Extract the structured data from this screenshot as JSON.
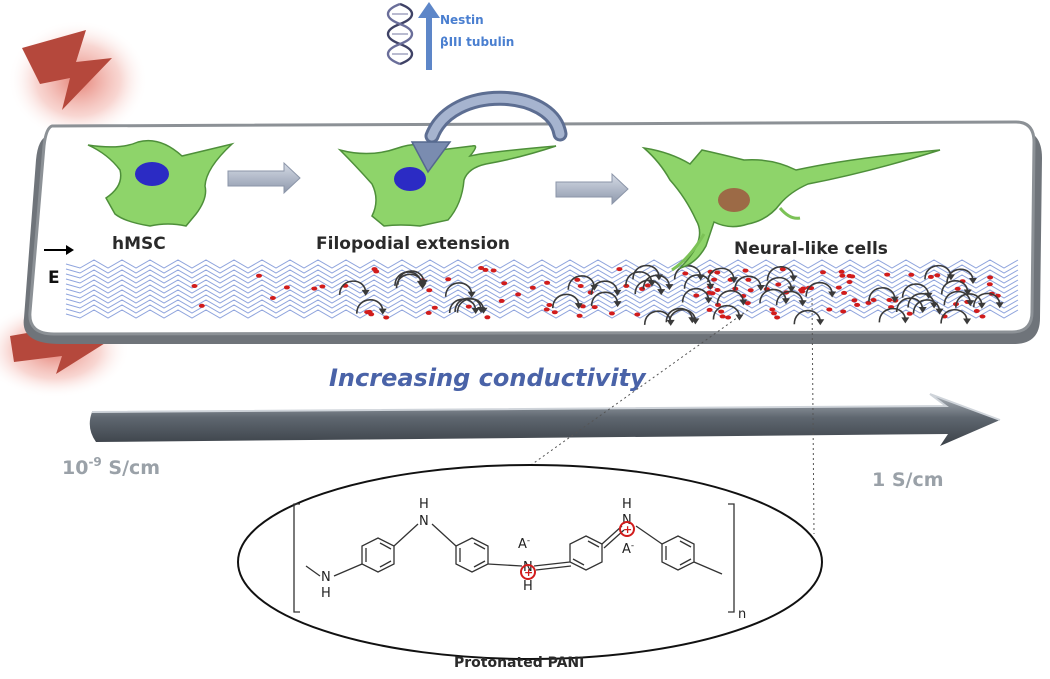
{
  "gene_markers": [
    "Nestin",
    "βIII tubulin"
  ],
  "field_label": "E",
  "stages": [
    "hMSC",
    "Filopodial extension",
    "Neural-like cells"
  ],
  "gradient_label": "Increasing conductivity",
  "scale": {
    "low_base": "10",
    "low_exp": "-9",
    "low_unit": " S/cm",
    "high": "1 S/cm"
  },
  "molecule": {
    "title": "Protonated PANI",
    "atoms": {
      "n": "N",
      "h": "H",
      "counter_ion": "A",
      "charge_minus": "-",
      "charge_plus": "+",
      "repeat": "n"
    }
  },
  "colors": {
    "cell_fill": "#8ed46a",
    "cell_stroke": "#4e8f3a",
    "nucleus": "#2b2bc4",
    "nucleus_differentiated": "#9c6a46",
    "conductivity_text": "#4a63a8",
    "marker_text": "#4a7fd0",
    "arrow_fill": "#5a6470",
    "lightning": "#b5483c",
    "zigzag": "#8fa4dd",
    "dopant": "#d11c1c"
  }
}
